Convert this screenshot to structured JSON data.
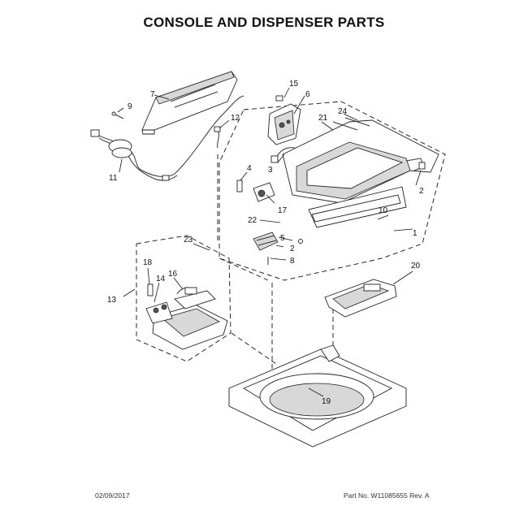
{
  "title": "CONSOLE AND DISPENSER PARTS",
  "footer": {
    "date": "02/09/2017",
    "part_info": "Part No. W11085655  Rev. A"
  },
  "callouts": {
    "c1": "1",
    "c2a": "2",
    "c2b": "2",
    "c3": "3",
    "c4": "4",
    "c5": "5",
    "c6": "6",
    "c7": "7",
    "c8": "8",
    "c9": "9",
    "c10": "10",
    "c11": "11",
    "c12": "12",
    "c13": "13",
    "c14": "14",
    "c15": "15",
    "c16": "16",
    "c17": "17",
    "c18": "18",
    "c19": "19",
    "c20": "20",
    "c21": "21",
    "c22": "22",
    "c23": "23",
    "c24": "24"
  }
}
